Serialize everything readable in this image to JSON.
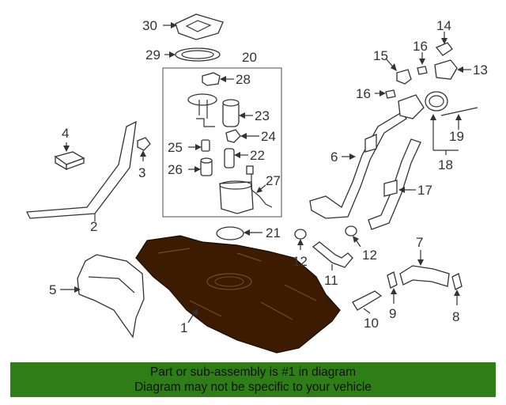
{
  "callouts": {
    "c1": "1",
    "c2": "2",
    "c3": "3",
    "c4": "4",
    "c5": "5",
    "c6": "6",
    "c7": "7",
    "c8": "8",
    "c9": "9",
    "c10": "10",
    "c11": "11",
    "c12a": "12",
    "c12b": "12",
    "c13": "13",
    "c14": "14",
    "c15": "15",
    "c16a": "16",
    "c16b": "16",
    "c17": "17",
    "c18": "18",
    "c19": "19",
    "c20": "20",
    "c21": "21",
    "c22": "22",
    "c23": "23",
    "c24": "24",
    "c25": "25",
    "c26": "26",
    "c27": "27",
    "c28": "28",
    "c29": "29",
    "c30": "30"
  },
  "banner": {
    "line1": "Part or sub-assembly is #1 in diagram",
    "line2": "Diagram may not be specific to your vehicle"
  },
  "colors": {
    "highlight": "#3d1b00",
    "banner_bg": "#2e7d16",
    "line": "#333333"
  }
}
